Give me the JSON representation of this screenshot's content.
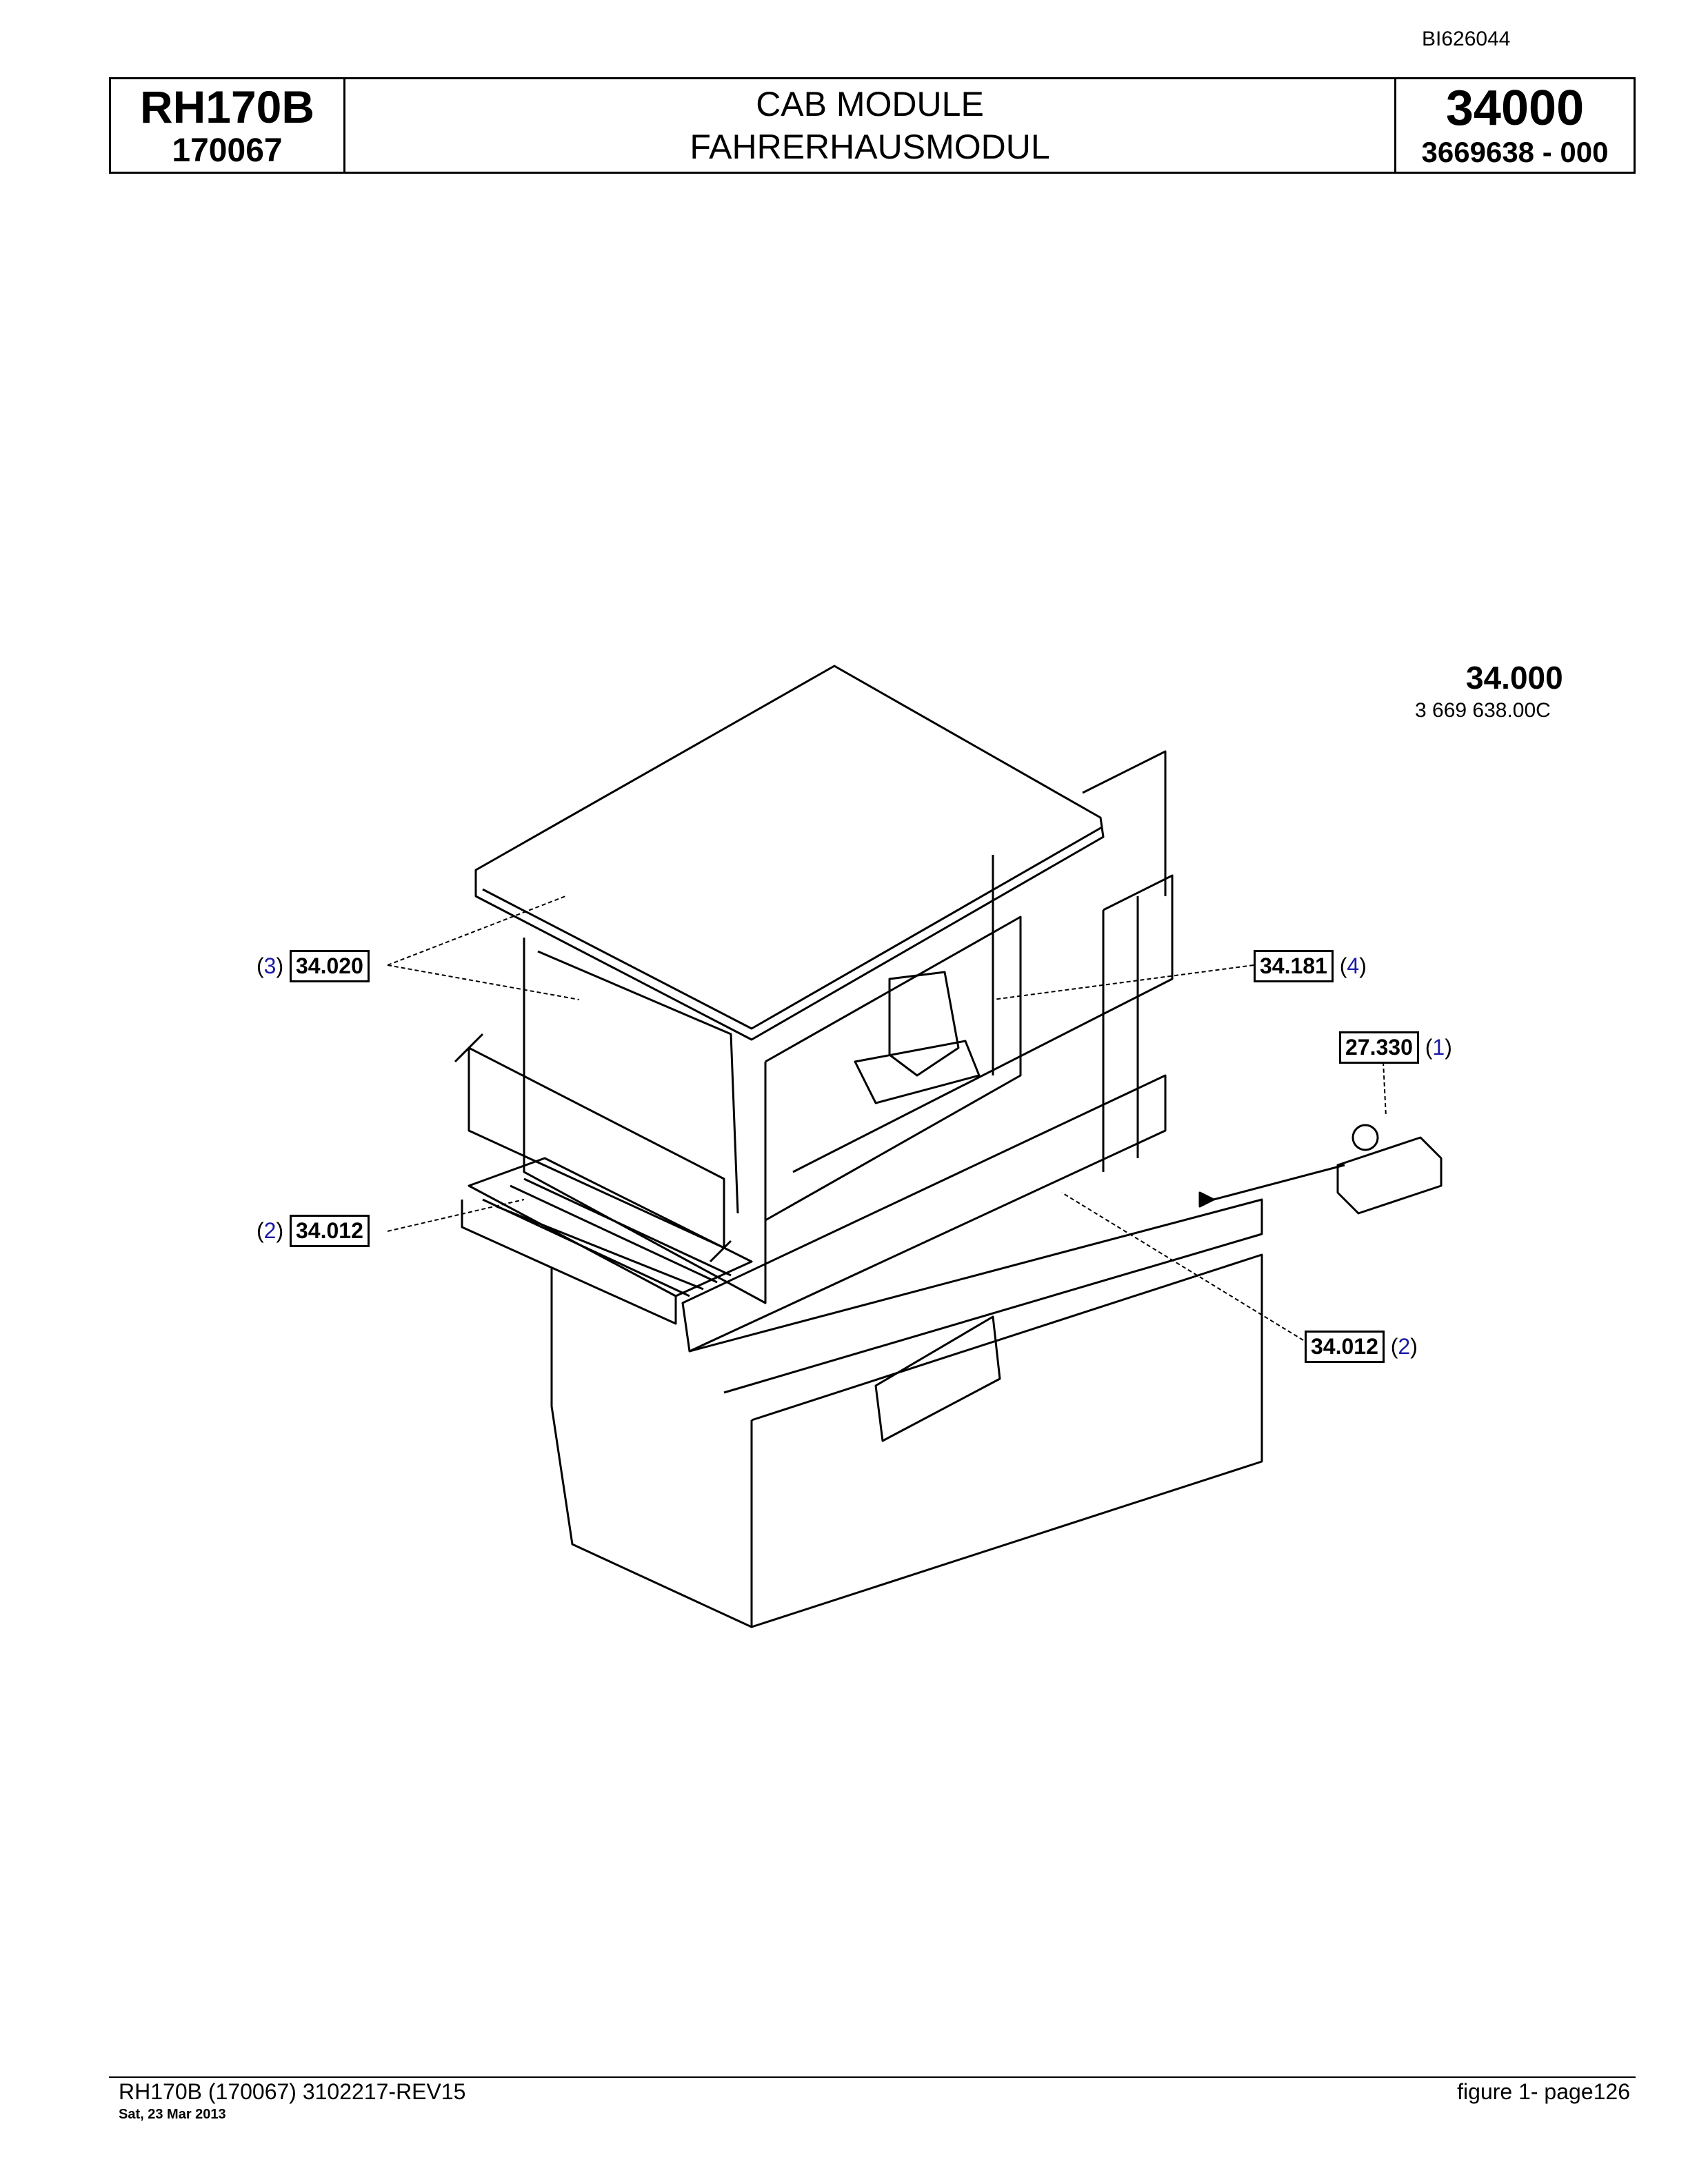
{
  "doc_id": "BI626044",
  "header": {
    "model": "RH170B",
    "serial": "170067",
    "title_en": "CAB MODULE",
    "title_de": "FAHRERHAUSMODUL",
    "group": "34000",
    "part_no": "3669638  - 000"
  },
  "figure": {
    "number": "34.000",
    "code": "3 669 638.00C"
  },
  "callouts": [
    {
      "pos": "3",
      "ref": "34.020"
    },
    {
      "pos": "4",
      "ref": "34.181"
    },
    {
      "pos": "1",
      "ref": "27.330"
    },
    {
      "pos": "2",
      "ref": "34.012"
    },
    {
      "pos": "2",
      "ref": "34.012"
    }
  ],
  "footer": {
    "left": "RH170B (170067) 3102217-REV15",
    "date": "Sat, 23 Mar 2013",
    "right": "figure  1- page126"
  }
}
